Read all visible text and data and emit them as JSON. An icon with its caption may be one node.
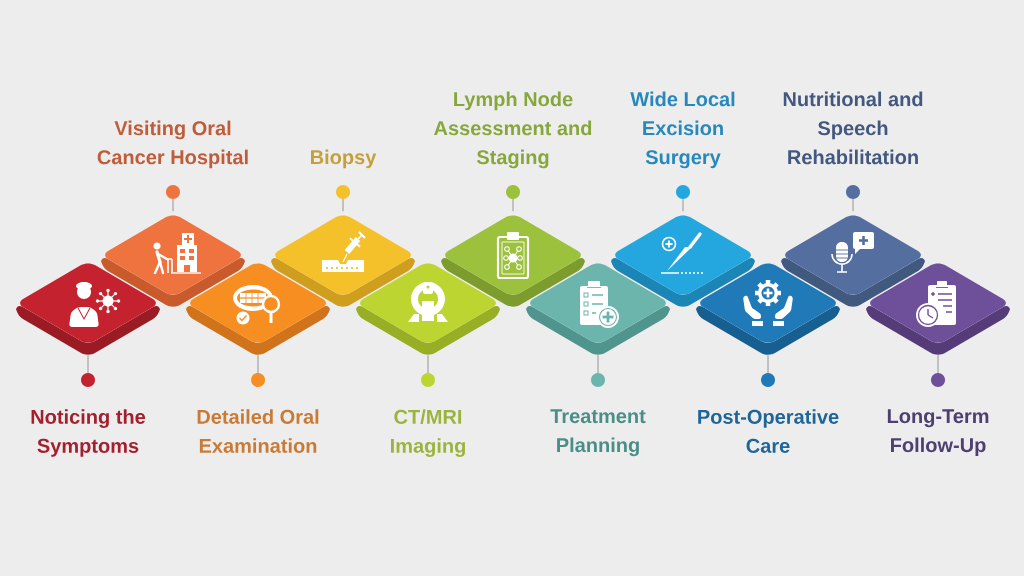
{
  "diagram": {
    "nodes": [
      {
        "text": [
          "Noticing the Symptoms"
        ]
      },
      {
        "text": [],
        "shape": "diamond"
      },
      {
        "text": [
          "Visiting Oral Cancer Hospital"
        ]
      },
      {
        "text": [],
        "shape": "diamond"
      },
      {
        "text": [
          "Detailed Oral Examination"
        ]
      },
      {
        "text": [],
        "shape": "diamond"
      },
      {
        "text": [
          "Biopsy"
        ]
      },
      {
        "text": [],
        "shape": "diamond"
      },
      {
        "text": [
          "CT/MRI Imaging"
        ]
      },
      {
        "text": [],
        "shape": "diamond"
      },
      {
        "text": [
          "Lymph Node Assessment and Staging"
        ]
      },
      {
        "text": [],
        "shape": "diamond"
      },
      {
        "text": [
          "Treatment Planning"
        ]
      },
      {
        "text": [],
        "shape": "diamond"
      },
      {
        "text": [
          "Wide Local Excision Surgery"
        ]
      },
      {
        "text": [],
        "shape": "diamond"
      },
      {
        "text": [
          "Post-Operative Care"
        ]
      },
      {
        "text": [],
        "shape": "diamond"
      },
      {
        "text": [
          "Nutritional and Speech Rehabilitation"
        ]
      },
      {
        "text": [],
        "shape": "diamond"
      },
      {
        "text": [
          "Long-Term Follow-Up"
        ]
      },
      {
        "text": [],
        "shape": "diamond"
      }
    ],
    "edges": [
      {
        "from": 0,
        "to": 1,
        "arrow": "other"
      },
      {
        "from": 2,
        "to": 3,
        "arrow": "other"
      },
      {
        "from": 4,
        "to": 5,
        "arrow": "other"
      },
      {
        "from": 6,
        "to": 7,
        "arrow": "other"
      },
      {
        "from": 8,
        "to": 9,
        "arrow": "other"
      },
      {
        "from": 10,
        "to": 11,
        "arrow": "other"
      },
      {
        "from": 12,
        "to": 13,
        "arrow": "other"
      },
      {
        "from": 14,
        "to": 15,
        "arrow": "other"
      },
      {
        "from": 16,
        "to": 17,
        "arrow": "other"
      },
      {
        "from": 18,
        "to": 19,
        "arrow": "other"
      },
      {
        "from": 20,
        "to": 21,
        "arrow": "other"
      }
    ]
  }
}
